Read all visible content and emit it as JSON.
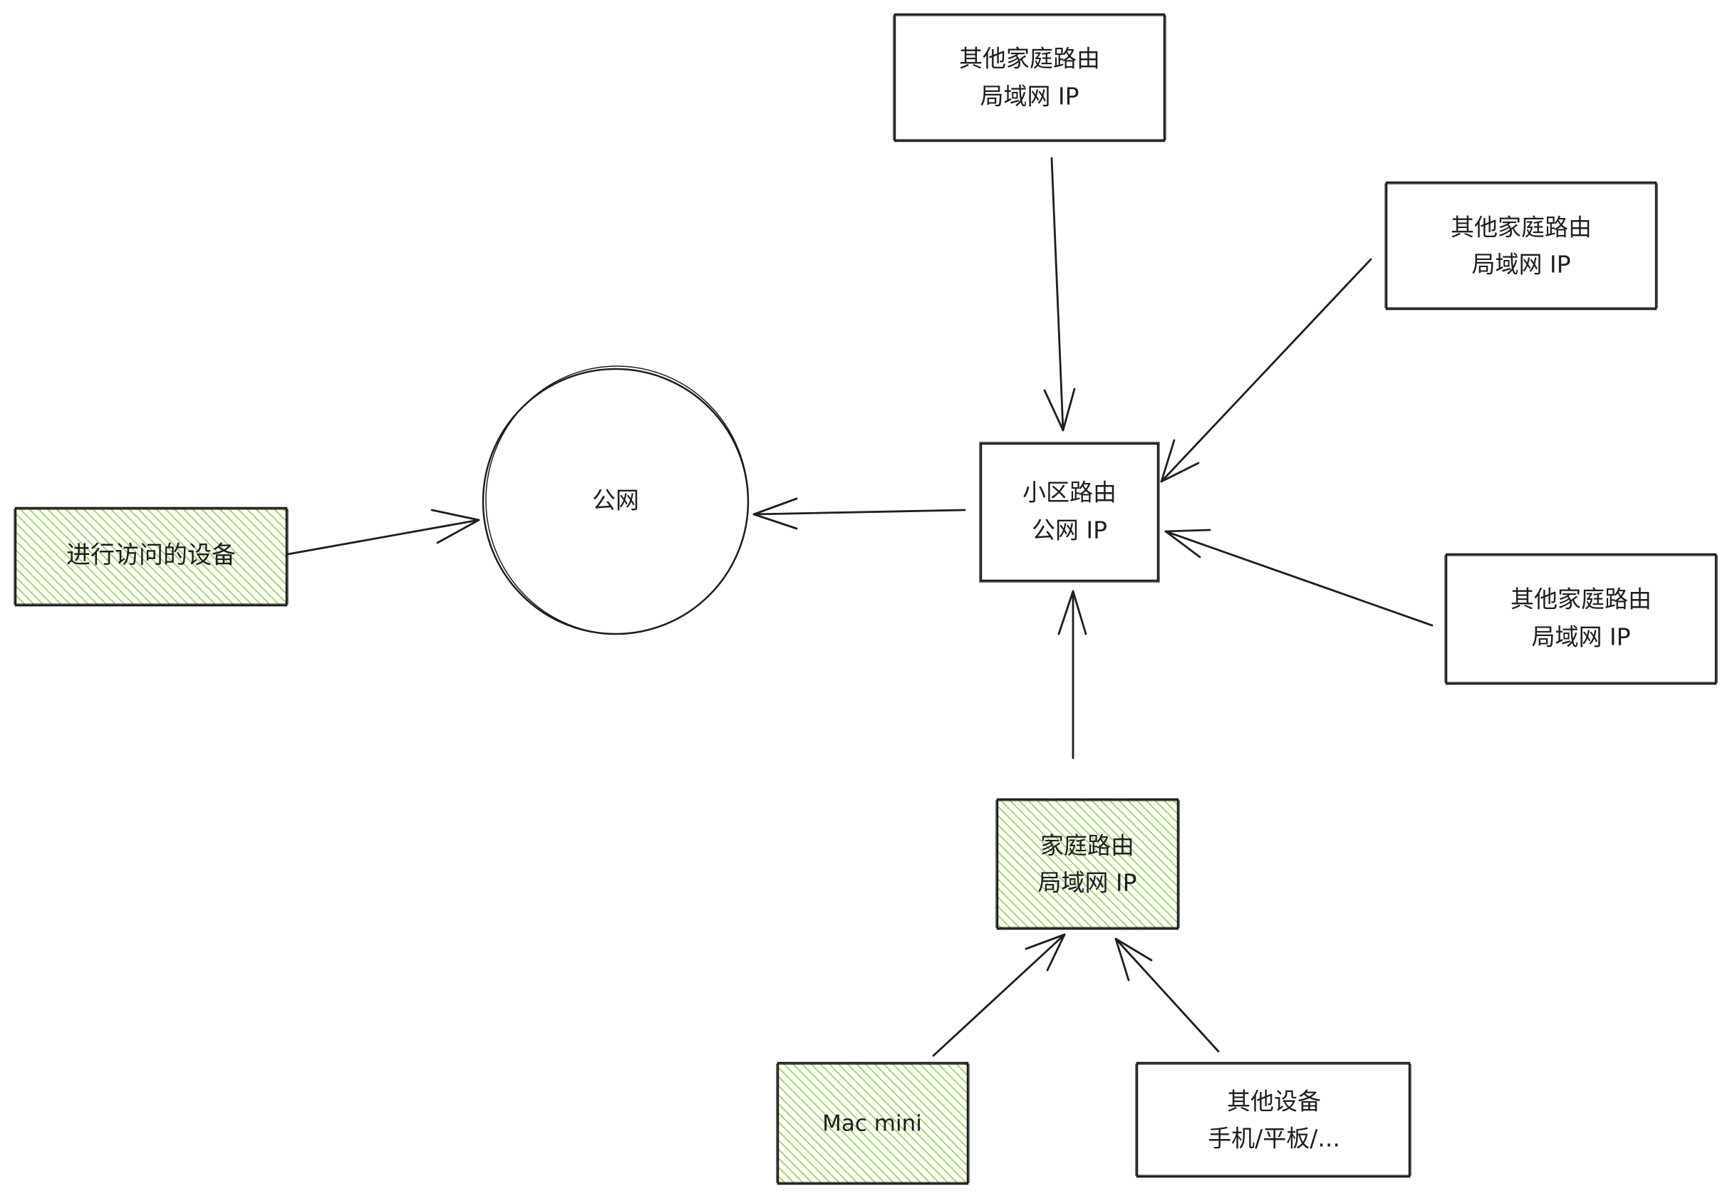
{
  "diagram": {
    "public_net": {
      "label": "公网"
    },
    "access_device": {
      "label": "进行访问的设备"
    },
    "community_router": {
      "line1": "小区路由",
      "line2": "公网 IP"
    },
    "home_router": {
      "line1": "家庭路由",
      "line2": "局域网 IP"
    },
    "other_router_top": {
      "line1": "其他家庭路由",
      "line2": "局域网 IP"
    },
    "other_router_right_top": {
      "line1": "其他家庭路由",
      "line2": "局域网 IP"
    },
    "other_router_right_bottom": {
      "line1": "其他家庭路由",
      "line2": "局域网 IP"
    },
    "mac_mini": {
      "label": "Mac mini"
    },
    "other_devices": {
      "line1": "其他设备",
      "line2": "手机/平板/..."
    }
  },
  "colors": {
    "stroke": "#1e1e1e",
    "highlight_hatch": "#8bd13a"
  }
}
